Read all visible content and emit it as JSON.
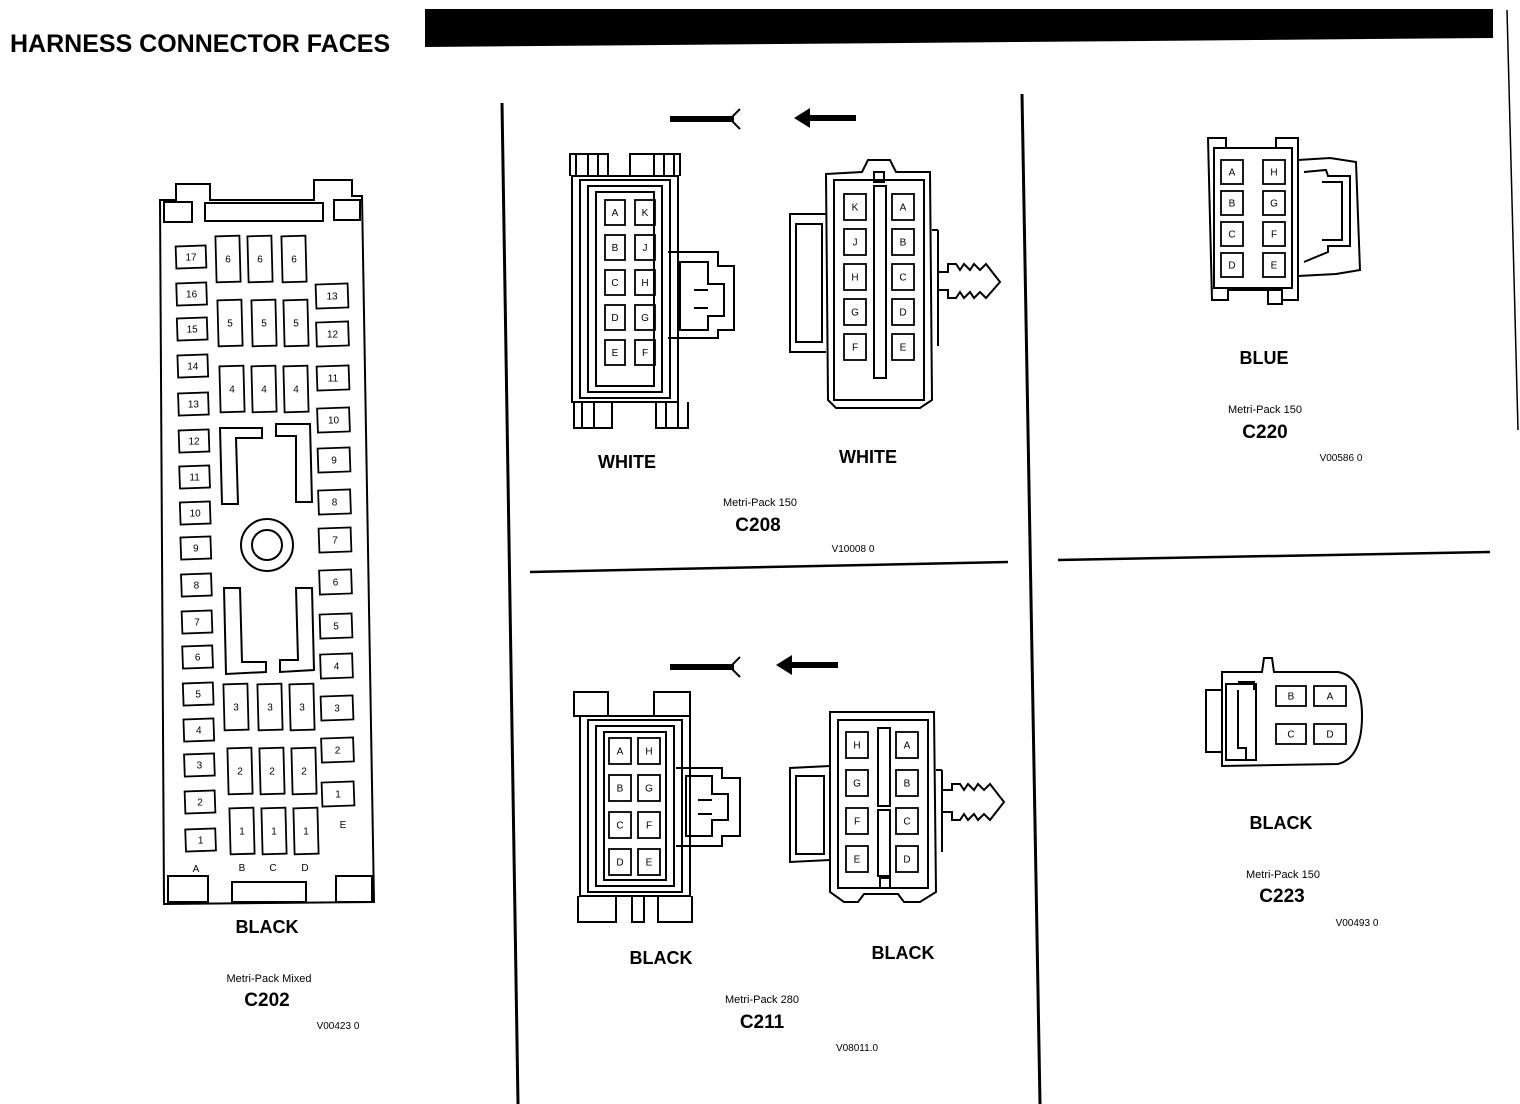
{
  "title": "HARNESS CONNECTOR FACES",
  "connectors": {
    "c202": {
      "color": "BLACK",
      "type": "Metri-Pack Mixed",
      "id": "C202",
      "ref": "V00423 0",
      "col_a": [
        "17",
        "16",
        "15",
        "14",
        "13",
        "12",
        "11",
        "10",
        "9",
        "8",
        "7",
        "6",
        "5",
        "4",
        "3",
        "2",
        "1"
      ],
      "col_mid_rows": [
        "6",
        "5",
        "4",
        "3",
        "2",
        "1"
      ],
      "col_e": [
        "13",
        "12",
        "11",
        "10",
        "9",
        "8",
        "7",
        "6",
        "5",
        "4",
        "3",
        "2",
        "1"
      ],
      "bottom_letters": [
        "A",
        "B",
        "C",
        "D"
      ],
      "e_letter": "E"
    },
    "c208": {
      "color_left": "WHITE",
      "color_right": "WHITE",
      "type": "Metri-Pack 150",
      "id": "C208",
      "ref": "V10008 0",
      "left_pins": [
        [
          "A",
          "K"
        ],
        [
          "B",
          "J"
        ],
        [
          "C",
          "H"
        ],
        [
          "D",
          "G"
        ],
        [
          "E",
          "F"
        ]
      ],
      "right_pins": [
        [
          "K",
          "A"
        ],
        [
          "J",
          "B"
        ],
        [
          "H",
          "C"
        ],
        [
          "G",
          "D"
        ],
        [
          "F",
          "E"
        ]
      ]
    },
    "c211": {
      "color_left": "BLACK",
      "color_right": "BLACK",
      "type": "Metri-Pack 280",
      "id": "C211",
      "ref": "V08011.0",
      "left_pins": [
        [
          "A",
          "H"
        ],
        [
          "B",
          "G"
        ],
        [
          "C",
          "F"
        ],
        [
          "D",
          "E"
        ]
      ],
      "right_pins": [
        [
          "H",
          "A"
        ],
        [
          "G",
          "B"
        ],
        [
          "F",
          "C"
        ],
        [
          "E",
          "D"
        ]
      ]
    },
    "c220": {
      "color": "BLUE",
      "type": "Metri-Pack 150",
      "id": "C220",
      "ref": "V00586 0",
      "pins": [
        [
          "A",
          "H"
        ],
        [
          "B",
          "G"
        ],
        [
          "C",
          "F"
        ],
        [
          "D",
          "E"
        ]
      ]
    },
    "c223": {
      "color": "BLACK",
      "type": "Metri-Pack 150",
      "id": "C223",
      "ref": "V00493 0",
      "pins": [
        [
          "B",
          "A"
        ],
        [
          "C",
          "D"
        ]
      ]
    }
  }
}
